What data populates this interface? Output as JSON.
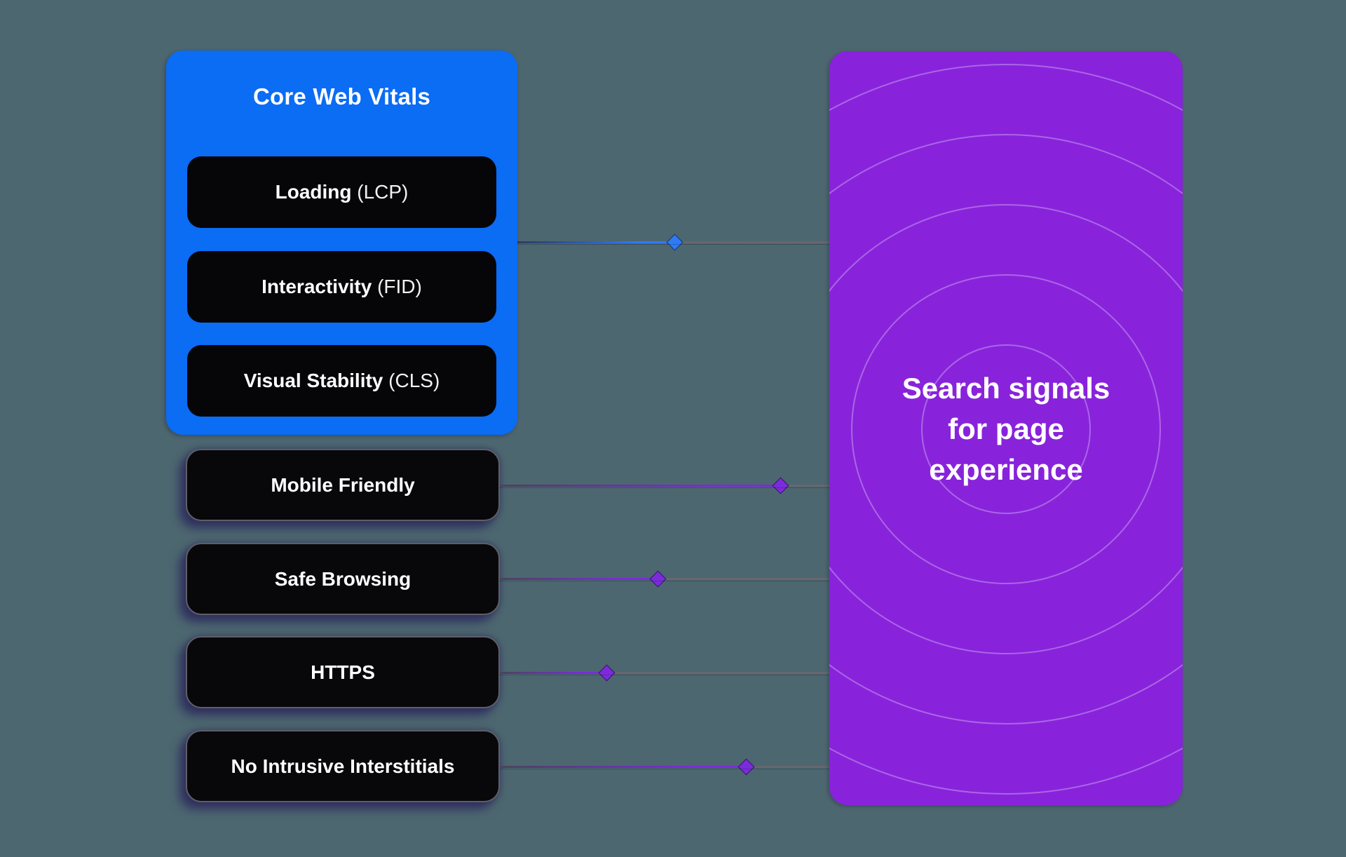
{
  "colors": {
    "bg": "#4d6770",
    "blue": "#0b6cf4",
    "purple": "#8823db",
    "pill_black": "#060609",
    "connector_blue": "#2e7bf6",
    "connector_purple": "#7c2bdb"
  },
  "core_web_vitals": {
    "title": "Core Web Vitals",
    "items": [
      {
        "label": "Loading ",
        "abbr": "(LCP)"
      },
      {
        "label": "Interactivity ",
        "abbr": "(FID)"
      },
      {
        "label": "Visual Stability ",
        "abbr": "(CLS)"
      }
    ]
  },
  "signals": {
    "items": [
      {
        "label": "Mobile Friendly"
      },
      {
        "label": "Safe Browsing"
      },
      {
        "label": "HTTPS"
      },
      {
        "label": "No Intrusive Interstitials"
      }
    ]
  },
  "target": {
    "title": "Search signals for page experience"
  }
}
